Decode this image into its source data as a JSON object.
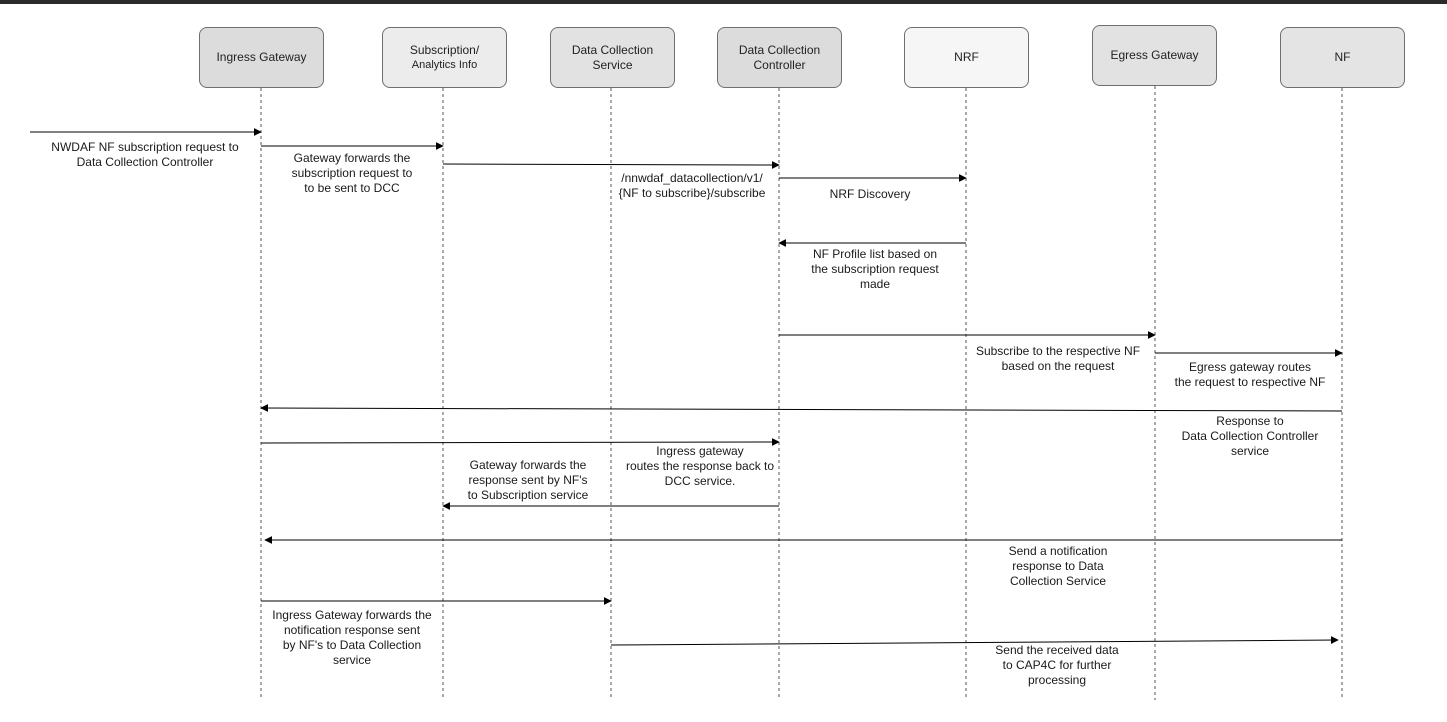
{
  "participants": [
    {
      "id": "ingress",
      "name": "Ingress Gateway",
      "fill": "#dcdcdc"
    },
    {
      "id": "subscription",
      "name": "Subscription/",
      "sub": "Analytics Info",
      "fill": "#ececec"
    },
    {
      "id": "dcs",
      "name": "Data Collection\nService",
      "fill": "#e2e2e2"
    },
    {
      "id": "dcc",
      "name": "Data Collection\nController",
      "fill": "#dcdcdc"
    },
    {
      "id": "nrf",
      "name": "NRF",
      "fill": "#f6f6f6"
    },
    {
      "id": "egress",
      "name": "Egress Gateway",
      "fill": "#e2e2e2"
    },
    {
      "id": "nf",
      "name": "NF",
      "fill": "#e4e4e4"
    }
  ],
  "messages": [
    {
      "from": "external",
      "to": "ingress",
      "label": "NWDAF NF subscription request to\nData Collection Controller"
    },
    {
      "from": "ingress",
      "to": "subscription",
      "label": "Gateway forwards the\nsubscription request to\nto be sent to DCC"
    },
    {
      "from": "subscription",
      "to": "dcc",
      "label": "/nnwdaf_datacollection/v1/\n{NF to subscribe}/subscribe"
    },
    {
      "from": "dcc",
      "to": "nrf",
      "label": "NRF Discovery"
    },
    {
      "from": "nrf",
      "to": "dcc",
      "label": "NF Profile list based on\nthe subscription request\nmade"
    },
    {
      "from": "dcc",
      "to": "egress",
      "label": "Subscribe to the respective NF\nbased on the request"
    },
    {
      "from": "egress",
      "to": "nf",
      "label": "Egress gateway routes\nthe request to respective NF"
    },
    {
      "from": "nf",
      "to": "ingress",
      "label": "Response to\nData Collection Controller\nservice"
    },
    {
      "from": "ingress",
      "to": "dcc",
      "label": "Ingress gateway\nroutes the response back to\nDCC service."
    },
    {
      "from": "dcc",
      "to": "subscription",
      "label": "Gateway forwards the\nresponse sent by NF's\nto Subscription service"
    },
    {
      "from": "nf",
      "to": "ingress",
      "label": "Send a notification\nresponse to Data\nCollection Service"
    },
    {
      "from": "ingress",
      "to": "dcs",
      "label": "Ingress Gateway forwards the\nnotification response sent\nby NF's to Data Collection\nservice"
    },
    {
      "from": "dcs",
      "to": "nf",
      "label": "Send the received data\nto CAP4C for further\nprocessing"
    }
  ]
}
